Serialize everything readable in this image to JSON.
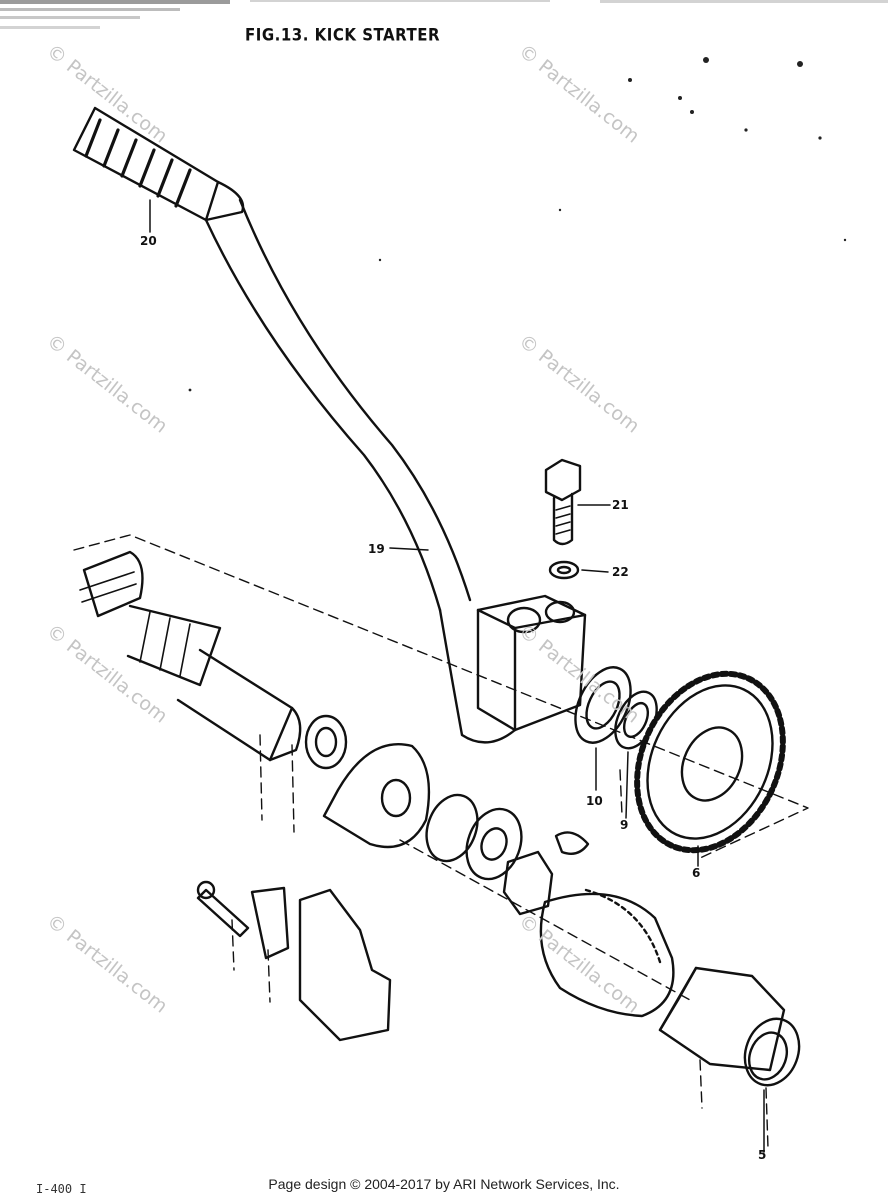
{
  "title": "FIG.13. KICK STARTER",
  "part_labels": [
    "20",
    "19",
    "21",
    "22",
    "10",
    "9",
    "6",
    "5"
  ],
  "watermark": "© Partzilla.com",
  "footer": "Page design © 2004-2017 by ARI Network Services, Inc.",
  "drawing_code": "I-400 I"
}
